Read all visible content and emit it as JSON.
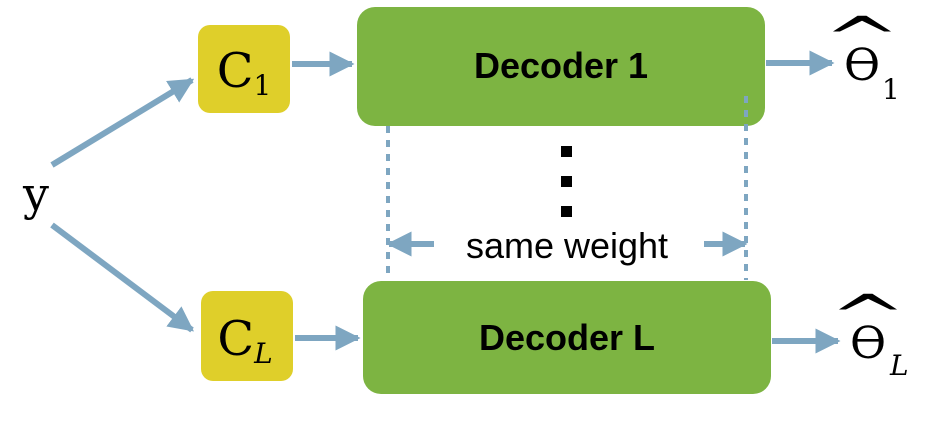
{
  "input": {
    "label": "y"
  },
  "codes": [
    {
      "letter": "C",
      "subscript": "1"
    },
    {
      "letter": "C",
      "subscript": "L"
    }
  ],
  "decoders": [
    {
      "label": "Decoder 1"
    },
    {
      "label": "Decoder L"
    }
  ],
  "outputs": [
    {
      "symbol": "ϴ",
      "hat": "^",
      "subscript": "1"
    },
    {
      "symbol": "ϴ",
      "hat": "^",
      "subscript": "L"
    }
  ],
  "shared": {
    "label": "same weight"
  },
  "colors": {
    "code_fill": "#dfcf2a",
    "decoder_fill": "#7db442",
    "arrow": "#7ea6c1",
    "dots": "#000000"
  }
}
